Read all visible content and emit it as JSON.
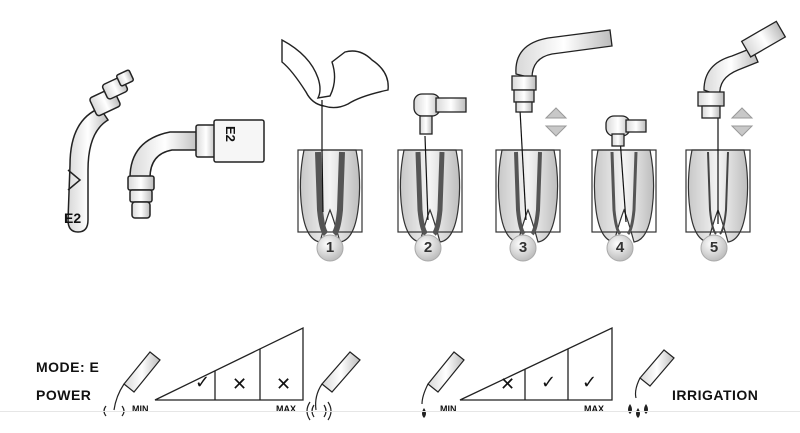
{
  "tip_name": "E2",
  "steps": [
    "1",
    "2",
    "3",
    "4",
    "5"
  ],
  "mode_label": "MODE: E",
  "power": {
    "label": "POWER",
    "min": "MIN",
    "max": "MAX",
    "marks": [
      "✓",
      "✕",
      "✕"
    ]
  },
  "irrigation": {
    "label": "IRRIGATION",
    "min": "MIN",
    "max": "MAX",
    "marks": [
      "✕",
      "✓",
      "✓"
    ]
  }
}
